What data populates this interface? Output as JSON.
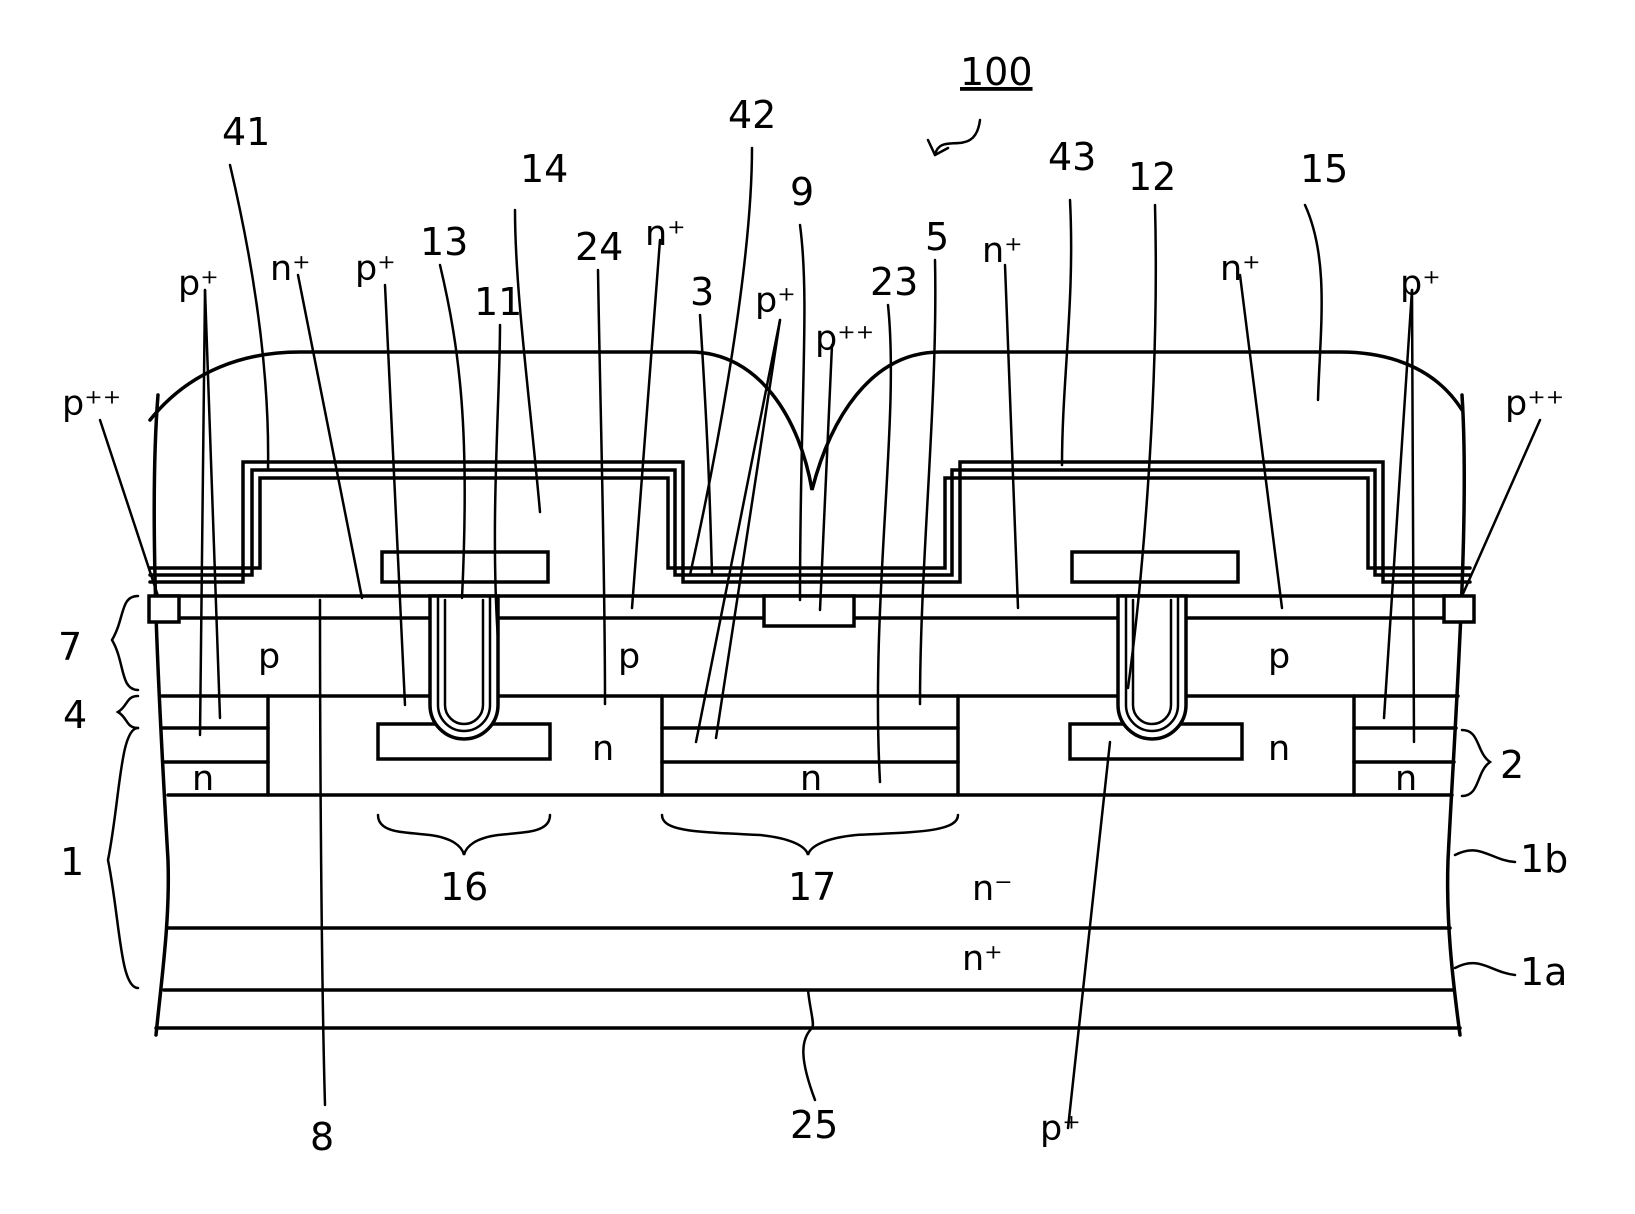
{
  "figure": {
    "reference_numeral": "100"
  },
  "numerals": {
    "n41": "41",
    "n14": "14",
    "n42": "42",
    "n9": "9",
    "n43": "43",
    "n12": "12",
    "n15": "15",
    "n13": "13",
    "n11": "11",
    "n24": "24",
    "n3": "3",
    "n23": "23",
    "n5": "5",
    "n7": "7",
    "n4": "4",
    "n1": "1",
    "n2": "2",
    "n16": "16",
    "n17": "17",
    "n1b": "1b",
    "n1a": "1a",
    "n8": "8",
    "n25": "25"
  },
  "doping": {
    "p_pp_left": "p⁺⁺",
    "p_plus_left": "p⁺",
    "n_plus_1": "n⁺",
    "p_plus_2": "p⁺",
    "n_plus_2": "n⁺",
    "p_plus_3": "p⁺",
    "p_pp_center": "p⁺⁺",
    "n_plus_3": "n⁺",
    "n_plus_4": "n⁺",
    "p_plus_right": "p⁺",
    "p_pp_right": "p⁺⁺",
    "p_left": "p",
    "p_center": "p",
    "p_right": "p",
    "n_region_center": "n",
    "n_region_right": "n",
    "n_bottom_left": "n",
    "n_bottom_center": "n",
    "n_bottom_right": "n",
    "n_minus": "n⁻",
    "n_plus_substrate": "n⁺",
    "p_plus_bottom": "p⁺"
  }
}
